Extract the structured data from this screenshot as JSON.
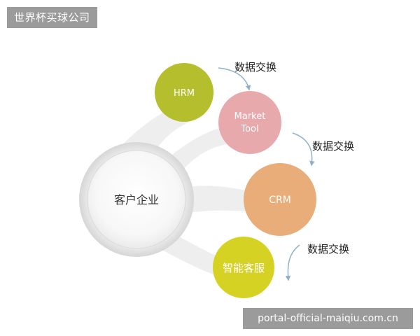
{
  "header_tag": "世界杯买球公司",
  "watermark": "portal-official-maiqiu.com.cn",
  "diagram": {
    "center": {
      "label": "客户企业"
    },
    "nodes": [
      {
        "id": "hrm",
        "label": "HRM",
        "color": "#b5bf2e"
      },
      {
        "id": "market-tool",
        "label": "Market\nTool",
        "color": "#e8a9ad"
      },
      {
        "id": "crm",
        "label": "CRM",
        "color": "#e8ad78"
      },
      {
        "id": "service",
        "label": "智能客服",
        "color": "#d6d224"
      }
    ],
    "exchanges": [
      "数据交换",
      "数据交换",
      "数据交换"
    ]
  }
}
